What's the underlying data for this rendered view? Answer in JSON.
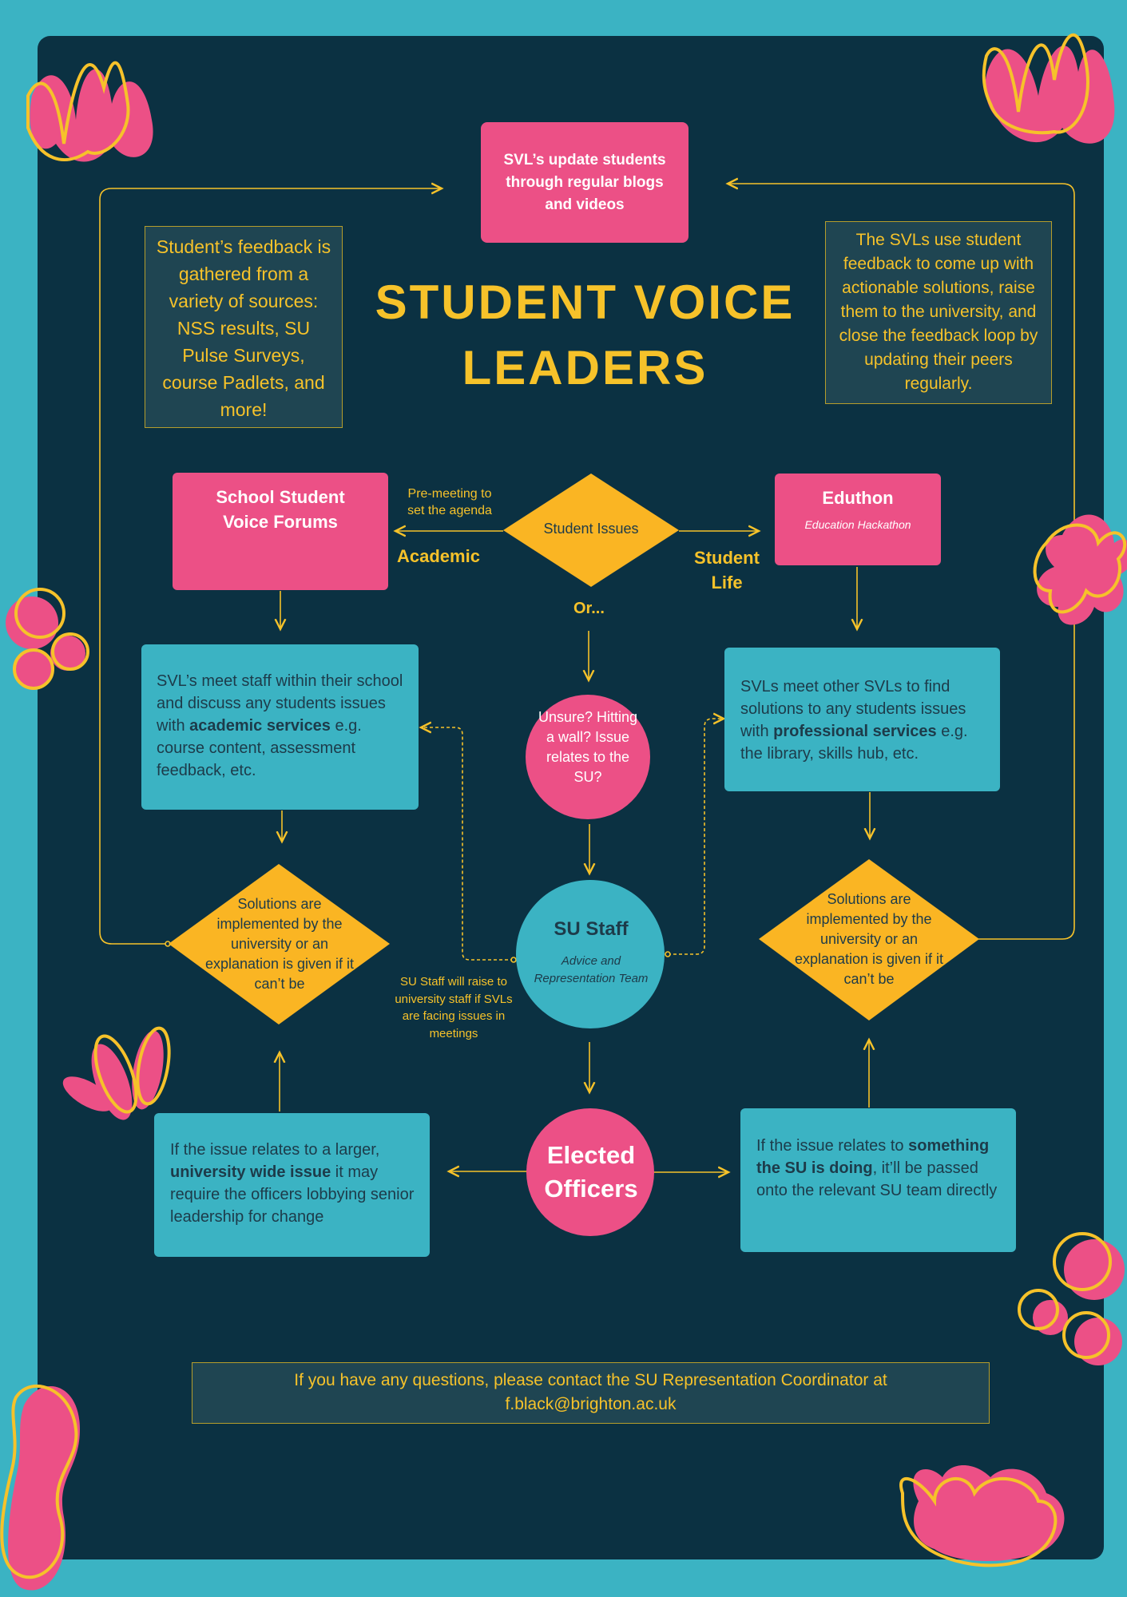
{
  "title": {
    "line1": "STUDENT VOICE",
    "line2": "LEADERS"
  },
  "top_box": "SVL’s update students through regular blogs and videos",
  "left_note": "Student’s feedback is gathered from a variety of sources: NSS results, SU Pulse Surveys, course Padlets, and more!",
  "right_note": "The SVLs use student feedback to come up with actionable solutions, raise them to the university, and close the feedback loop by updating their peers regularly.",
  "school_forums": "School Student Voice Forums",
  "pre_meeting": "Pre-meeting to set the agenda",
  "student_issues": "Student Issues",
  "academic": "Academic",
  "student_life": "Student Life",
  "or_label": "Or...",
  "eduthon": {
    "title": "Eduthon",
    "subtitle": "Education Hackathon"
  },
  "left_teal": {
    "p1": "SVL’s meet staff within their school and discuss any students issues with ",
    "bold": "academic services",
    "p2": " e.g. course content, assessment feedback, etc."
  },
  "right_teal": {
    "p1": "SVLs meet other SVLs to find solutions to any students issues with ",
    "bold": "professional services",
    "p2": " e.g. the library, skills hub, etc."
  },
  "unsure": "Unsure? Hitting a wall? Issue relates to the SU?",
  "su_staff": {
    "title": "SU Staff",
    "subtitle": "Advice and Representation Team"
  },
  "solutions": "Solutions are implemented by the university or an explanation is given if it can’t be",
  "su_raise": "SU Staff will raise to university staff if SVLs are facing issues in meetings",
  "elected": {
    "line1": "Elected",
    "line2": "Officers"
  },
  "bottom_left": {
    "p1": "If the issue relates to a larger, ",
    "bold": "university wide issue",
    "p2": " it may require the officers lobbying senior leadership for change"
  },
  "bottom_right": {
    "p1": "If the issue relates to ",
    "bold": "something the SU is doing",
    "p2": ", it’ll be passed onto the relevant SU team directly"
  },
  "footer": {
    "line1": "If you have any questions, please contact the SU Representation Coordinator at",
    "line2": "f.black@brighton.ac.uk"
  },
  "colors": {
    "background": "#3bb3c3",
    "board": "#0b3142",
    "pink": "#ec5086",
    "yellow": "#f6c22a",
    "teal": "#3bb3c3"
  }
}
